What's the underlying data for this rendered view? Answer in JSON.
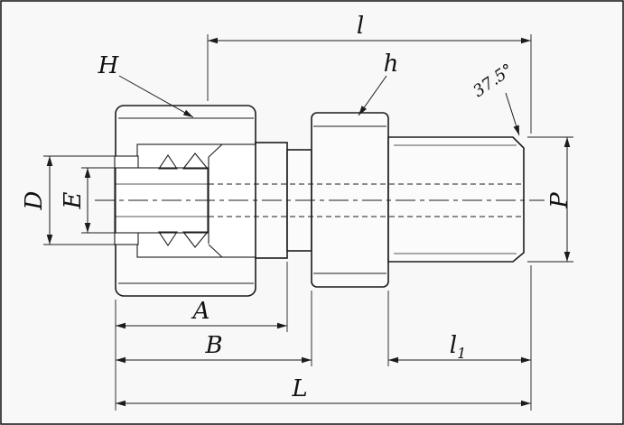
{
  "drawing": {
    "labels": {
      "nut": "H",
      "body_hex": "h",
      "top_length": "l",
      "chamfer_angle": "37.5°",
      "dim_D": "D",
      "dim_E": "E",
      "dim_P": "P",
      "dim_A": "A",
      "dim_B": "B",
      "dim_L": "L",
      "l1_main": "l",
      "l1_sub": "1"
    },
    "colors": {
      "line": "#1c1c1c",
      "nut_fill": "#b5b5b5",
      "ferrule_fill": "#c8c8c8",
      "body_fill": "#fbfbfb",
      "background": "#f8f8f8"
    }
  }
}
